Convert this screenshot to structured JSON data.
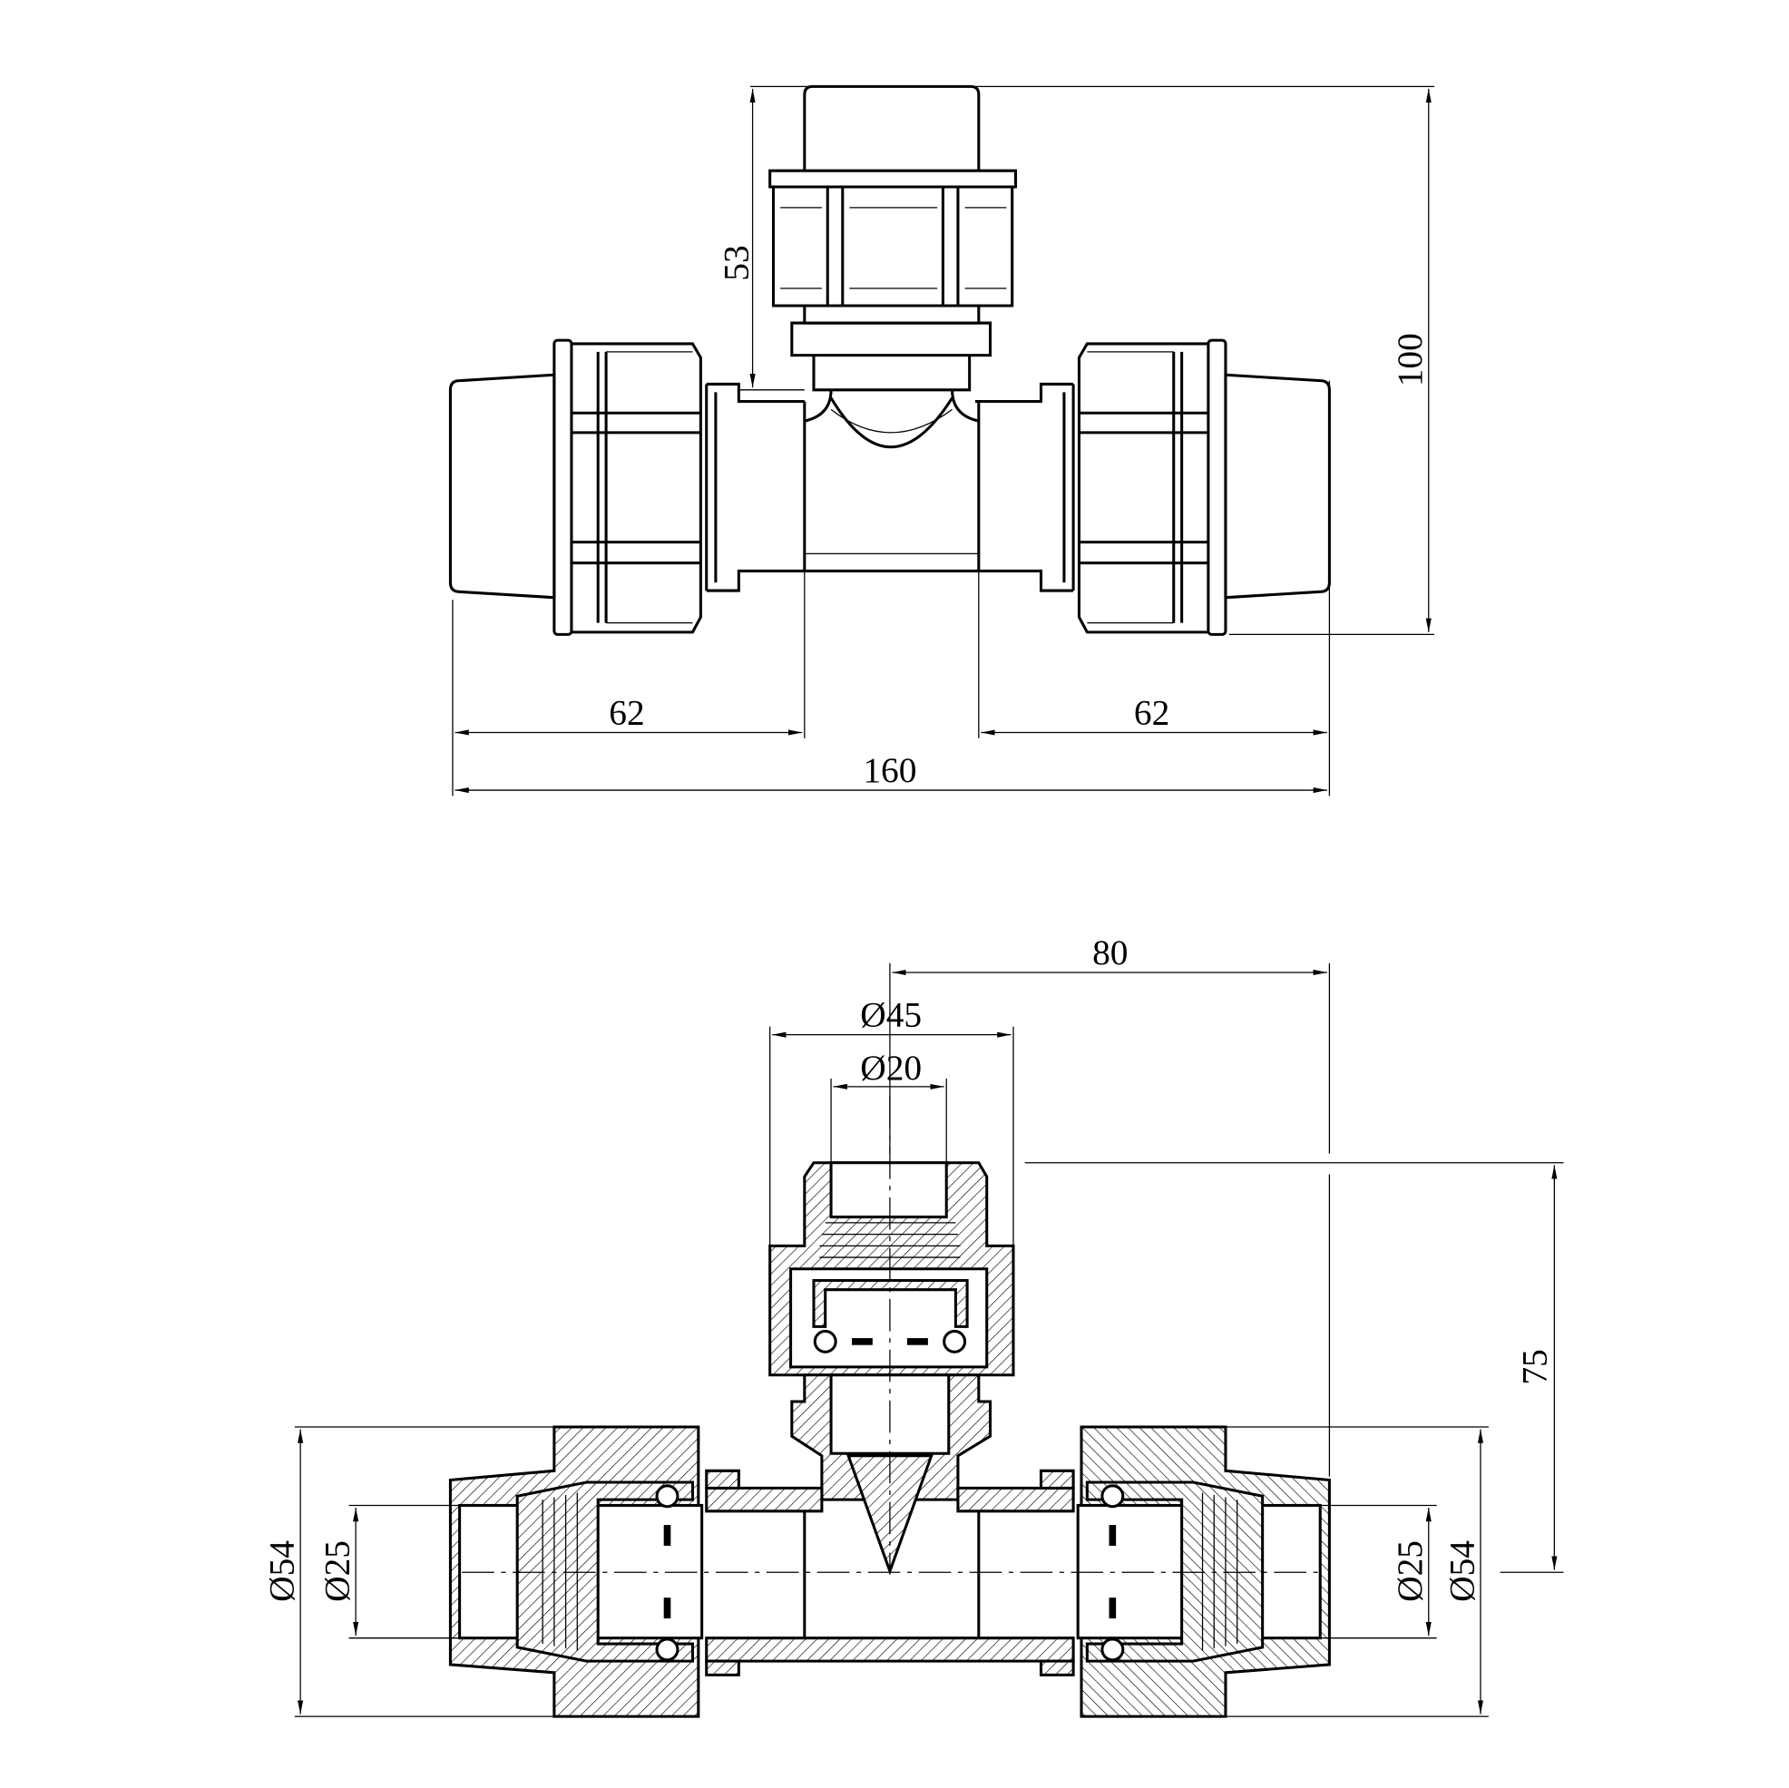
{
  "colors": {
    "line": "#000000",
    "background": "#ffffff"
  },
  "top_view": {
    "dims": {
      "branch_height": "53",
      "total_height": "100",
      "left_socket": "62",
      "right_socket": "62",
      "total_length": "160"
    }
  },
  "section_view": {
    "dims": {
      "half_length": "80",
      "branch_nut_dia": "Ø45",
      "branch_pipe_dia": "Ø20",
      "branch_height": "75",
      "left_nut_dia": "Ø54",
      "left_pipe_dia": "Ø25",
      "right_pipe_dia": "Ø25",
      "right_nut_dia": "Ø54"
    }
  }
}
